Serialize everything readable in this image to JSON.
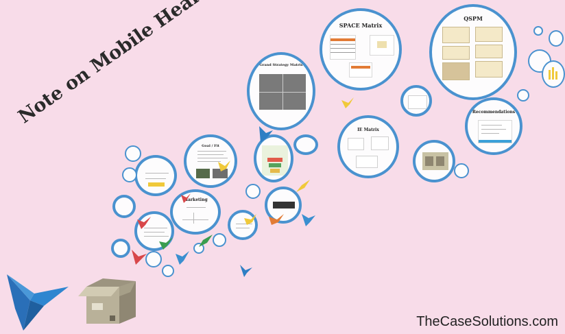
{
  "title": "Note on Mobile HealthCare",
  "circles": {
    "space": "SPACE Matrix",
    "qspm": "QSPM",
    "grand": "Grand Strategy Matrix",
    "ie": "IE Matrix",
    "recommendations": "Recommendations",
    "goal": "Goal / Fit",
    "marketing": "Marketing"
  },
  "watermark": "TheCaseSolutions.com",
  "colors": {
    "background": "#f8dce9",
    "ring": "#4a92cf",
    "accent_blue": "#3aa0d8",
    "bird_yellow": "#f0c93a",
    "bird_green": "#3b9d4f",
    "bird_red": "#d8474a"
  },
  "icons": [
    "origami-bird-icon",
    "open-box-icon"
  ]
}
